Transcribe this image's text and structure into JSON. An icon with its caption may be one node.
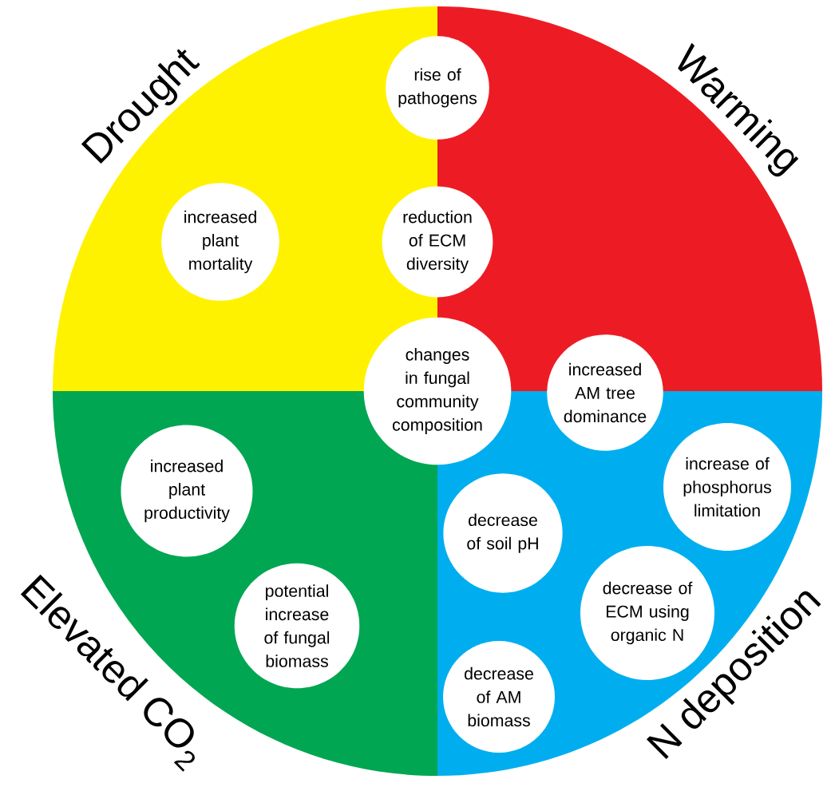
{
  "diagram": {
    "nodes": [
      {
        "text": [
          "Drought"
        ]
      },
      {
        "text": [
          "Warming"
        ]
      },
      {
        "text": [
          "Elevated CO$_{2}$"
        ]
      },
      {
        "text": [
          "N deposition"
        ]
      },
      {
        "text": [
          "rise of pathogens"
        ]
      },
      {
        "text": [
          "increased plant mortality"
        ],
        "in": 0
      },
      {
        "text": [
          "reduction of ECM diversity"
        ]
      },
      {
        "text": [
          "changes in fungal community composition"
        ]
      },
      {
        "text": [
          "increased AM tree dominance"
        ]
      },
      {
        "text": [
          "increased plant productivity"
        ],
        "in": 2
      },
      {
        "text": [
          "increase of phosphorus limitation"
        ],
        "in": 3
      },
      {
        "text": [
          "decrease of soil pH"
        ],
        "in": 3
      },
      {
        "text": [
          "decrease of ECM using organic N"
        ],
        "in": 3
      },
      {
        "text": [
          "potential increase of fungal biomass"
        ],
        "in": 2
      },
      {
        "text": [
          "decrease of AM biomass"
        ],
        "in": 3
      }
    ]
  }
}
